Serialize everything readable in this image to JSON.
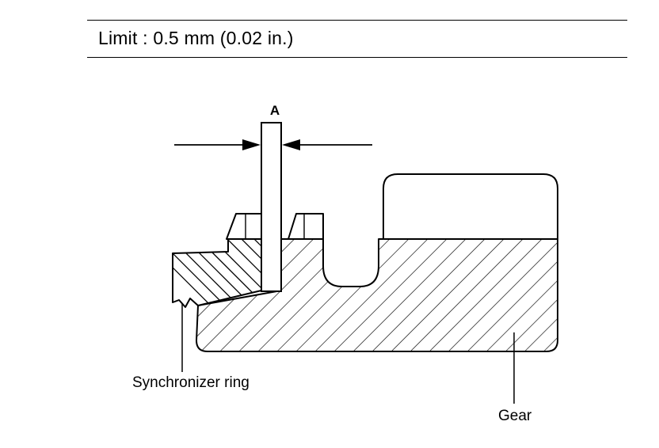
{
  "header": {
    "limit_text": "Limit :  0.5 mm (0.02 in.)"
  },
  "diagram": {
    "dimension_label": "A",
    "callouts": {
      "synchronizer_ring": "Synchronizer ring",
      "gear": "Gear"
    }
  }
}
